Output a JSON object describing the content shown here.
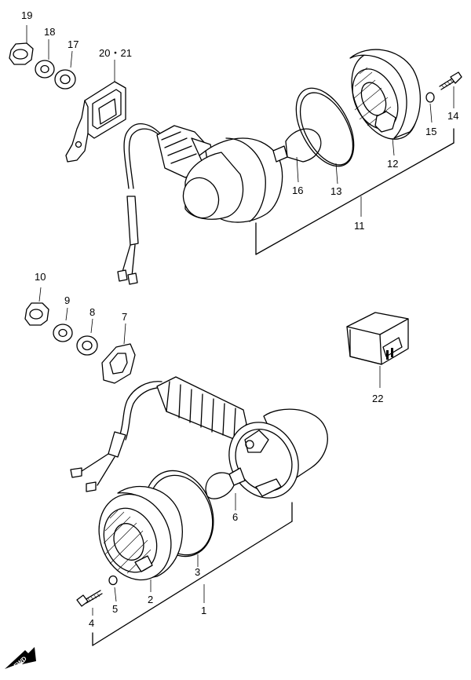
{
  "callouts": {
    "c1": "1",
    "c2": "2",
    "c3": "3",
    "c4": "4",
    "c5": "5",
    "c6": "6",
    "c7": "7",
    "c8": "8",
    "c9": "9",
    "c10": "10",
    "c11": "11",
    "c12": "12",
    "c13": "13",
    "c14": "14",
    "c15": "15",
    "c16": "16",
    "c17": "17",
    "c18": "18",
    "c19": "19",
    "c20_21": "20・21",
    "c22": "22"
  },
  "fwd_badge": "FWD"
}
